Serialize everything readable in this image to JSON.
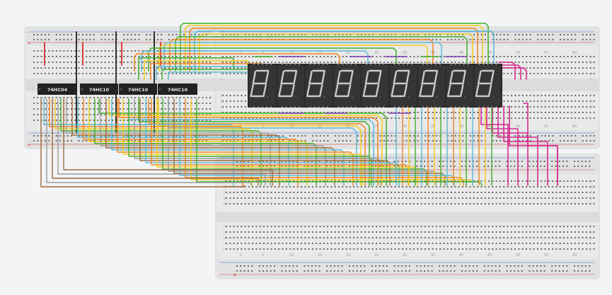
{
  "chips": [
    {
      "label": "74HC04"
    },
    {
      "label": "74HC10"
    },
    {
      "label": "74HC10"
    },
    {
      "label": "74HC10"
    }
  ],
  "display": {
    "digit_count": 9,
    "digit_glyph": "8."
  },
  "breadboards": {
    "column_numbers_top": [
      "1",
      "5",
      "10",
      "15",
      "20",
      "25",
      "30",
      "35",
      "40",
      "45",
      "50",
      "55",
      "60"
    ],
    "column_numbers_bottom": [
      "1",
      "5",
      "10",
      "15",
      "20",
      "25",
      "30",
      "35",
      "40",
      "45",
      "50",
      "55",
      "60"
    ],
    "row_letters_upper": [
      "A",
      "B",
      "C",
      "D",
      "E"
    ],
    "row_letters_lower": [
      "F",
      "G",
      "H",
      "I",
      "J"
    ],
    "rail_plus": "+",
    "rail_minus": "-"
  },
  "wire_colors": {
    "red": "#d32f2f",
    "black": "#1e1e1e",
    "green": "#3fae2a",
    "yellow": "#f2cc1a",
    "orange": "#f0851d",
    "blue": "#5bb9d6",
    "purple": "#7a3fb5",
    "magenta": "#d62a8f",
    "brown": "#a06a3b",
    "gray": "#9b9b9b"
  }
}
